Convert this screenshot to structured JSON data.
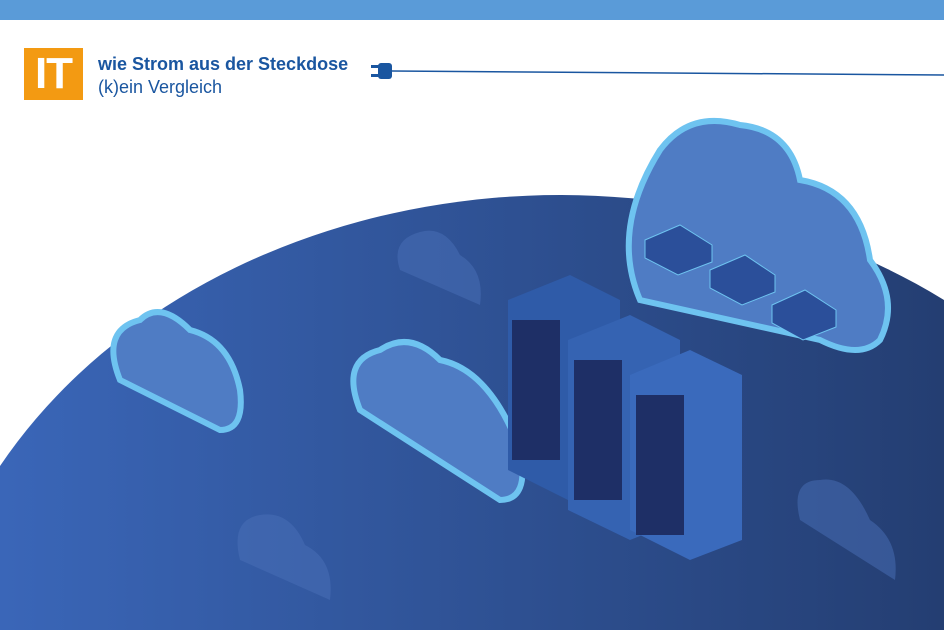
{
  "header": {
    "logo_text": "IT",
    "title": "wie Strom aus der Steckdose",
    "subtitle": "(k)ein Vergleich"
  },
  "colors": {
    "bar": "#5a9bd8",
    "logo": "#f39a12",
    "text": "#1a56a0",
    "globe_dark": "#253f75",
    "globe_light": "#3a64b4"
  }
}
